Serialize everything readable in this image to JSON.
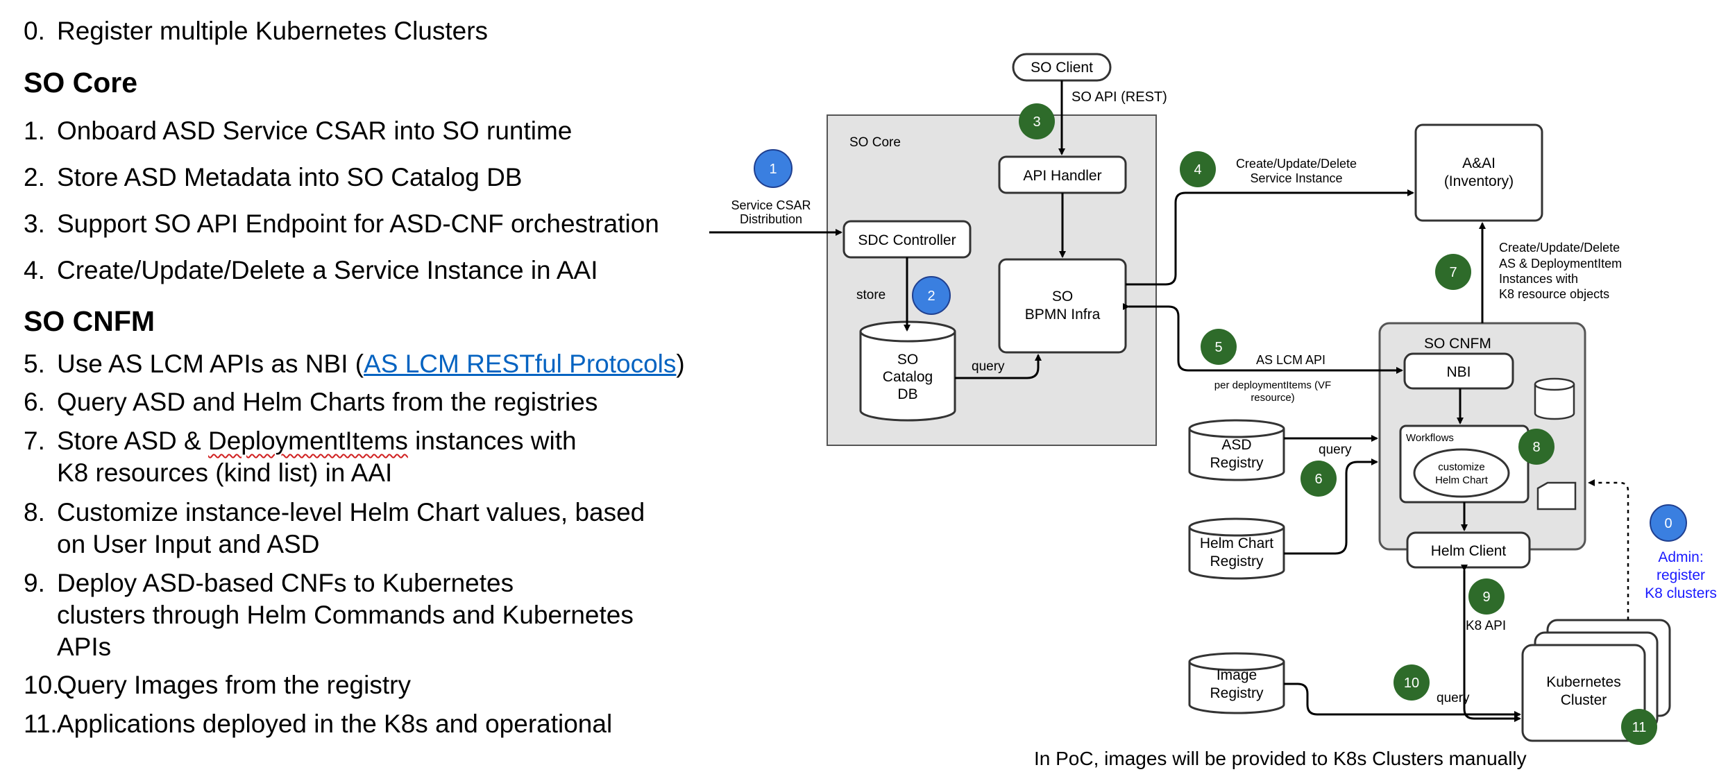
{
  "left": {
    "step0": {
      "num": "0.",
      "text": "Register multiple Kubernetes Clusters"
    },
    "so_core_heading": "SO Core",
    "step1": {
      "num": "1.",
      "text": "Onboard ASD Service CSAR into SO runtime"
    },
    "step2": {
      "num": "2.",
      "text": "Store ASD Metadata into SO Catalog DB"
    },
    "step3": {
      "num": "3.",
      "text": "Support SO API Endpoint for ASD-CNF orchestration"
    },
    "step4": {
      "num": "4.",
      "text": "Create/Update/Delete a Service Instance in AAI"
    },
    "so_cnfm_heading": "SO CNFM",
    "step5": {
      "num": "5.",
      "text_pre": "Use AS LCM APIs as NBI (",
      "link": "AS LCM RESTful Protocols",
      "text_post": ")"
    },
    "step6": {
      "num": "6.",
      "text": "Query ASD and Helm Charts from the registries"
    },
    "step7": {
      "num": "7.",
      "text_pre": "Store ASD & ",
      "misspelled": "DeploymentItems",
      "text_post": " instances with",
      "line2": "K8 resources (kind list) in AAI"
    },
    "step8": {
      "num": "8.",
      "line1": "Customize instance-level Helm Chart values, based",
      "line2": "on User Input and ASD"
    },
    "step9": {
      "num": "9.",
      "line1": "Deploy ASD-based CNFs to Kubernetes",
      "line2": "clusters through Helm Commands and Kubernetes",
      "line3": "APIs"
    },
    "step10": {
      "num": "10.",
      "text": "Query Images from the registry"
    },
    "step11": {
      "num": "11.",
      "text": "Applications deployed in the K8s and operational"
    }
  },
  "diagram": {
    "so_client": "SO Client",
    "so_api_rest": "SO API (REST)",
    "so_core_label": "SO Core",
    "api_handler": "API Handler",
    "service_csar": [
      "Service CSAR",
      "Distribution"
    ],
    "sdc_controller": "SDC Controller",
    "store_label": "store",
    "so_catalog_db": [
      "SO",
      "Catalog",
      "DB"
    ],
    "query_label": "query",
    "bpmn_infra": [
      "SO",
      "BPMN Infra"
    ],
    "create_service_instance": [
      "Create/Update/Delete",
      "Service Instance"
    ],
    "aai": [
      "A&AI",
      "(Inventory)"
    ],
    "create_as_items": [
      "Create/Update/Delete",
      "AS & DeploymentItem",
      "Instances with",
      "K8 resource objects"
    ],
    "as_lcm_api": "AS LCM API",
    "per_deployment_items": [
      "per deploymentItems (VF",
      "resource)"
    ],
    "so_cnfm_label": "SO CNFM",
    "nbi": "NBI",
    "workflows": "Workflows",
    "customize_helm": [
      "customize",
      "Helm Chart"
    ],
    "asd_registry": [
      "ASD",
      "Registry"
    ],
    "helm_chart_registry": [
      "Helm Chart",
      "Registry"
    ],
    "query_6": "query",
    "helm_client": "Helm Client",
    "k8_api": "K8 API",
    "image_registry": [
      "Image",
      "Registry"
    ],
    "query_10": "query",
    "kubernetes_cluster": [
      "Kubernetes",
      "Cluster"
    ],
    "admin_register": [
      "Admin:",
      "register",
      "K8 clusters"
    ],
    "badges": {
      "b0": "0",
      "b1": "1",
      "b2": "2",
      "b3": "3",
      "b4": "4",
      "b5": "5",
      "b6": "6",
      "b7": "7",
      "b8": "8",
      "b9": "9",
      "b10": "10",
      "b11": "11"
    }
  },
  "caption": "In PoC, images will be provided to K8s Clusters manually",
  "colors": {
    "blue_badge": "#3a7fe0",
    "green_badge": "#2e6b2a",
    "core_bg": "#e3e3e3",
    "admin_text": "#1a1aff",
    "link": "#0563c1"
  }
}
